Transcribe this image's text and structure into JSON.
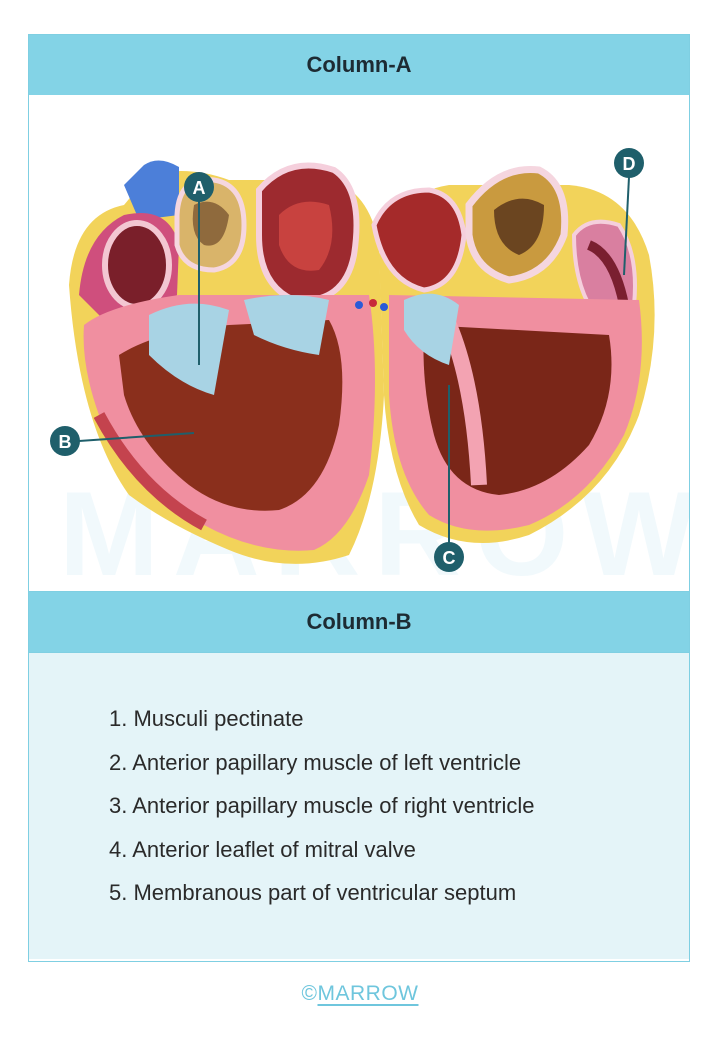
{
  "column_a": {
    "title": "Column-A",
    "markers": {
      "a": "A",
      "b": "B",
      "c": "C",
      "d": "D"
    }
  },
  "column_b": {
    "title": "Column-B",
    "items": [
      "1. Musculi pectinate",
      "2. Anterior papillary muscle of left ventricle",
      "3. Anterior papillary muscle of right ventricle",
      "4. Anterior leaflet of mitral valve",
      "5. Membranous part of ventricular septum"
    ]
  },
  "watermark": "MARROW",
  "footer": {
    "copyright": "©",
    "brand": "MARROW"
  },
  "colors": {
    "header_bg": "#83d3e6",
    "list_bg": "#e4f4f8",
    "border": "#7fcfe2",
    "marker": "#1f5f6b",
    "myocardium": "#f08fa0",
    "trabeculae": "#8a2f1c"
  }
}
